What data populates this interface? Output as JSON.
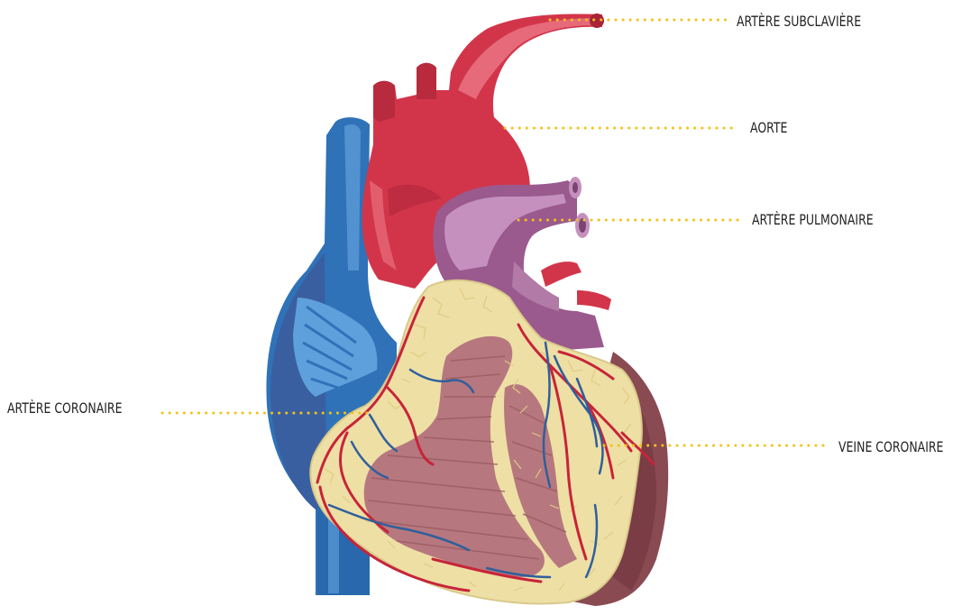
{
  "labels": {
    "subclavian_artery": "ARTÈRE SUBCLAVIÈRE",
    "aorta": "AORTE",
    "pulmonary_artery": "ARTÈRE PULMONAIRE",
    "coronary_artery": "ARTÈRE CORONAIRE",
    "coronary_vein": "VEINE CORONAIRE"
  },
  "colors": {
    "leader_dots": "#f2c21b",
    "aorta_red": "#d2354a",
    "vein_blue": "#2f72b8",
    "pulmonary_purple": "#9a5a8e",
    "fat_yellow": "#eedfa5",
    "muscle_pink": "#b6787e"
  }
}
